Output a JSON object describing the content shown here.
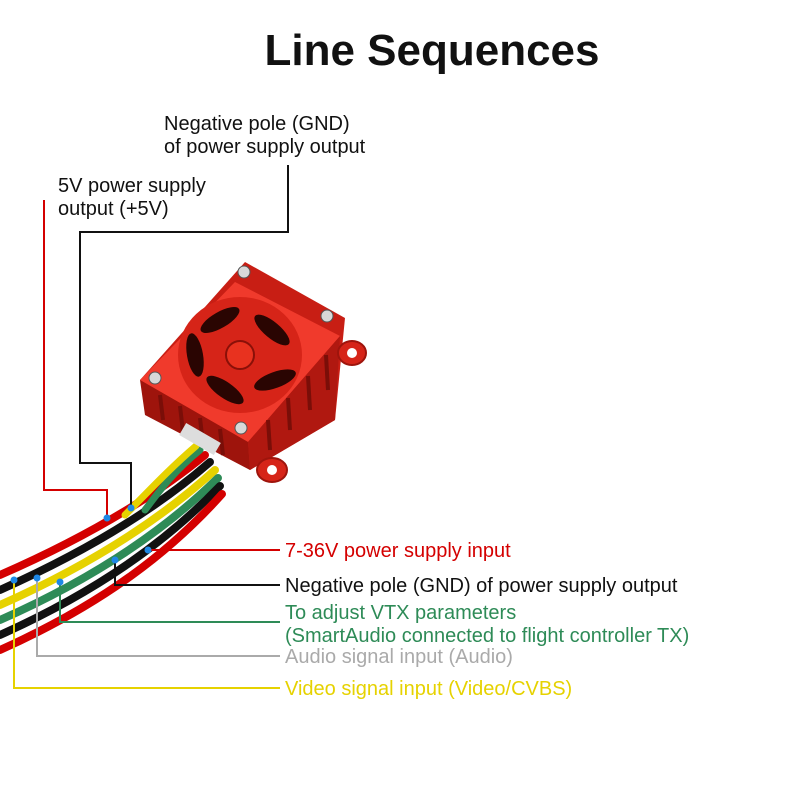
{
  "title": "Line Sequences",
  "labels": {
    "gnd_top": [
      "Negative pole (GND)",
      "of power supply output"
    ],
    "v5_top": [
      "5V power supply",
      "output (+5V)"
    ],
    "vin": "7-36V power supply input",
    "gnd_bottom": "Negative pole (GND) of power supply output",
    "smartaudio": [
      "To adjust VTX parameters",
      "(SmartAudio connected to flight controller TX)"
    ],
    "audio": "Audio signal input (Audio)",
    "video": "Video signal input (Video/CVBS)"
  },
  "colors": {
    "red": "#d40000",
    "black": "#111111",
    "green": "#2e8b57",
    "gray": "#aaaaaa",
    "yellow": "#e6d200",
    "dot": "#1e88e5",
    "housing": "#e0281e"
  },
  "device": "red aluminium VTX module with cooling fan"
}
